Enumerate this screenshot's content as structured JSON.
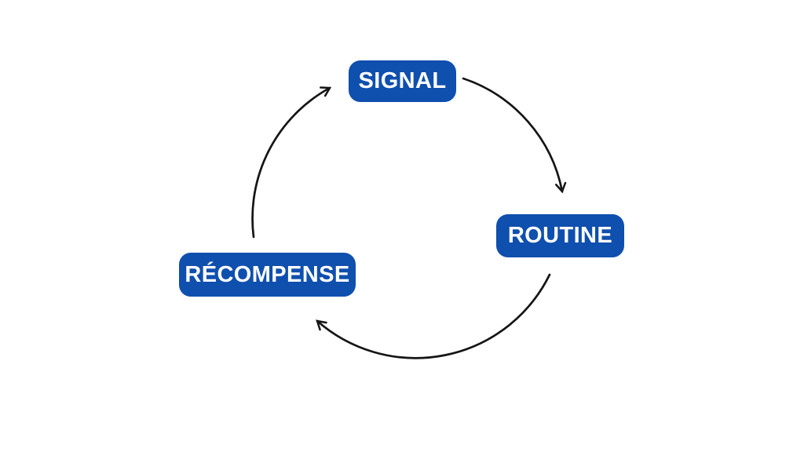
{
  "diagram": {
    "type": "cycle",
    "nodes": [
      {
        "id": "signal",
        "label": "SIGNAL"
      },
      {
        "id": "routine",
        "label": "ROUTINE"
      },
      {
        "id": "recompense",
        "label": "RÉCOMPENSE"
      }
    ],
    "edges": [
      {
        "from": "signal",
        "to": "routine"
      },
      {
        "from": "routine",
        "to": "recompense"
      },
      {
        "from": "recompense",
        "to": "signal"
      }
    ],
    "colors": {
      "node_bg": "#0F4FAE",
      "node_text": "#FFFFFF",
      "arrow": "#151515",
      "background": "#FFFFFF"
    }
  }
}
